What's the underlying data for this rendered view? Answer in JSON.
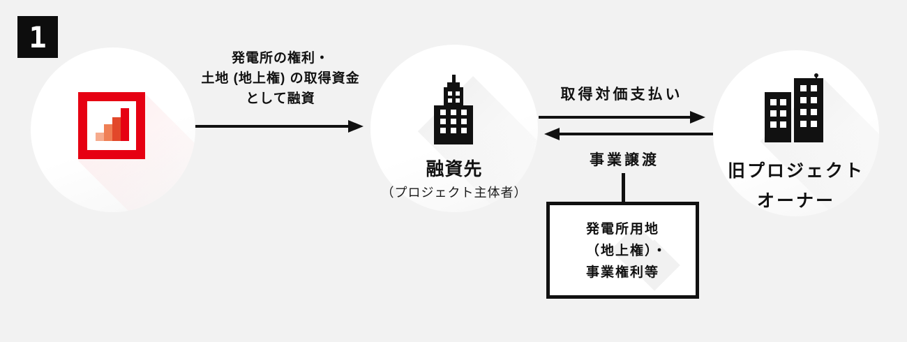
{
  "badge": {
    "label": "1"
  },
  "loan_arrow": {
    "line1": "発電所の権利・",
    "line2": "土地 (地上権) の取得資金",
    "line3": "として融資"
  },
  "borrower": {
    "label": "融資先",
    "sublabel": "（プロジェクト主体者）"
  },
  "payment_arrow": {
    "label": "取得対価支払い"
  },
  "transfer_arrow": {
    "label": "事業譲渡"
  },
  "old_owner": {
    "line1": "旧プロジェクト",
    "line2": "オーナー"
  },
  "asset_box": {
    "line1": "発電所用地",
    "line2": "（地上権）・",
    "line3": "事業権利等"
  },
  "icons": {
    "lender_logo": "bar-chart-logo-icon",
    "borrower": "office-building-icon",
    "old_owner": "two-buildings-icon"
  },
  "colors": {
    "background": "#f2f2f2",
    "ink": "#111111",
    "brand_red": "#e60012",
    "logo_bar_1": "#f6ab8d",
    "logo_bar_2": "#ef7f55",
    "logo_bar_3": "#e2482a",
    "logo_bar_4": "#e60012",
    "node_background": "#ffffff"
  }
}
